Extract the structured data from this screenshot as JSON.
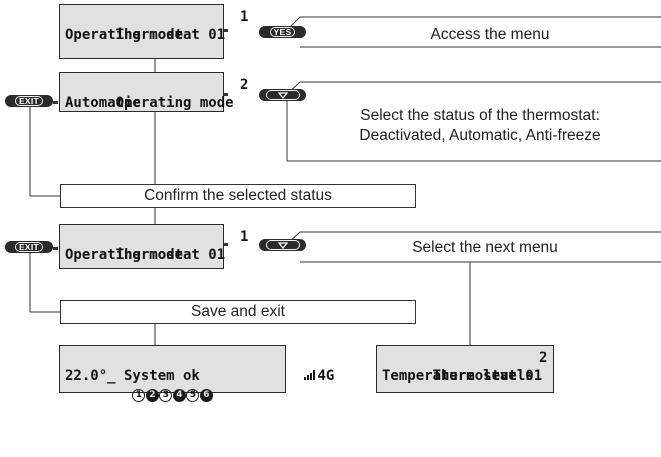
{
  "screens": {
    "s1": {
      "line1": "Thermostat 01",
      "num": "1",
      "line2": "Operating mode"
    },
    "s2": {
      "line1": "Operating mode",
      "num": "2",
      "line2": "Automatic"
    },
    "s3": {
      "line1": "Thermostat 01",
      "num": "1",
      "line2": "Operating mode"
    },
    "home": {
      "zones": [
        "1",
        "2",
        "3",
        "4",
        "5",
        "6"
      ],
      "signal": "4G",
      "line2": "22.0°_ System ok"
    },
    "s4": {
      "line1": "Thermostat 01",
      "num": "2",
      "line2": "Temperature levels"
    }
  },
  "buttons": {
    "yes": "YES",
    "exit": "EXIT"
  },
  "labels": {
    "access_menu": "Access the menu",
    "select_status_1": "Select the status of the thermostat:",
    "select_status_2": "Deactivated, Automatic, Anti-freeze",
    "confirm_status": "Confirm the selected status",
    "select_next_menu": "Select the next menu",
    "save_exit": "Save and exit"
  },
  "colors": {
    "lcd_background": "#e1e1e1",
    "button": "#2b2b2b"
  },
  "icons": {
    "down": "triangle-down-icon",
    "signal": "signal-bars-icon"
  }
}
